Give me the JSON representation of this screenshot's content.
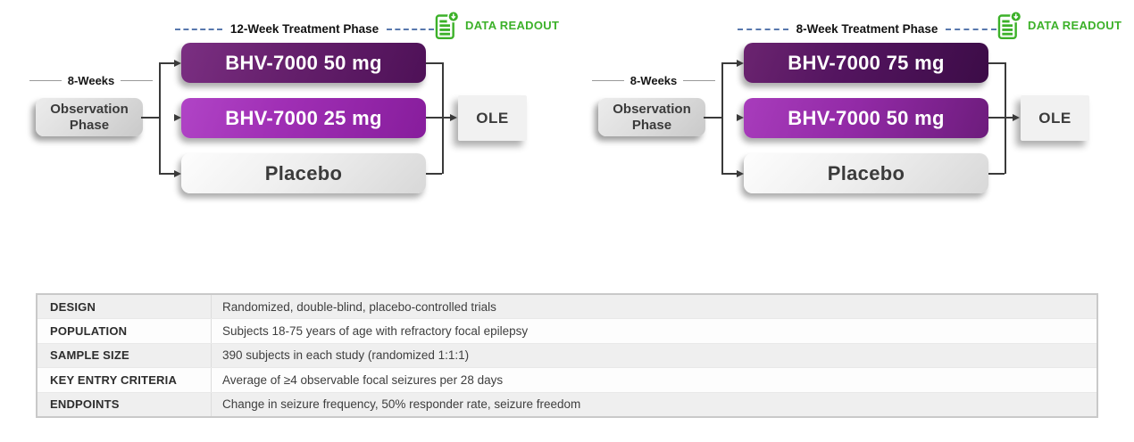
{
  "colors": {
    "accent_green": "#3cb129",
    "dash_blue": "#5878ad",
    "purple_dark": "#5e1f66",
    "purple_darkest": "#451052",
    "purple_bright": "#a02fb5",
    "purple_medium": "#922aa6",
    "box_gray": "#e0e0e0"
  },
  "diagrams": [
    {
      "observation_duration": "8-Weeks",
      "observation_box": "Observation Phase",
      "treatment_phase": "12-Week Treatment Phase",
      "data_readout": "DATA READOUT",
      "arms": [
        {
          "label": "BHV-7000 50 mg"
        },
        {
          "label": "BHV-7000 25 mg"
        },
        {
          "label": "Placebo"
        }
      ],
      "ole": "OLE"
    },
    {
      "observation_duration": "8-Weeks",
      "observation_box": "Observation Phase",
      "treatment_phase": "8-Week Treatment Phase",
      "data_readout": "DATA READOUT",
      "arms": [
        {
          "label": "BHV-7000 75 mg"
        },
        {
          "label": "BHV-7000 50 mg"
        },
        {
          "label": "Placebo"
        }
      ],
      "ole": "OLE"
    }
  ],
  "table": {
    "rows": [
      {
        "label": "DESIGN",
        "value": "Randomized, double-blind, placebo-controlled trials"
      },
      {
        "label": "POPULATION",
        "value": "Subjects 18-75 years of age with refractory focal epilepsy"
      },
      {
        "label": "SAMPLE SIZE",
        "value": "390 subjects in each study (randomized 1:1:1)"
      },
      {
        "label": "KEY ENTRY CRITERIA",
        "value": "Average of ≥4 observable focal seizures per 28 days"
      },
      {
        "label": "ENDPOINTS",
        "value": "Change in seizure frequency, 50% responder rate, seizure freedom"
      }
    ]
  }
}
